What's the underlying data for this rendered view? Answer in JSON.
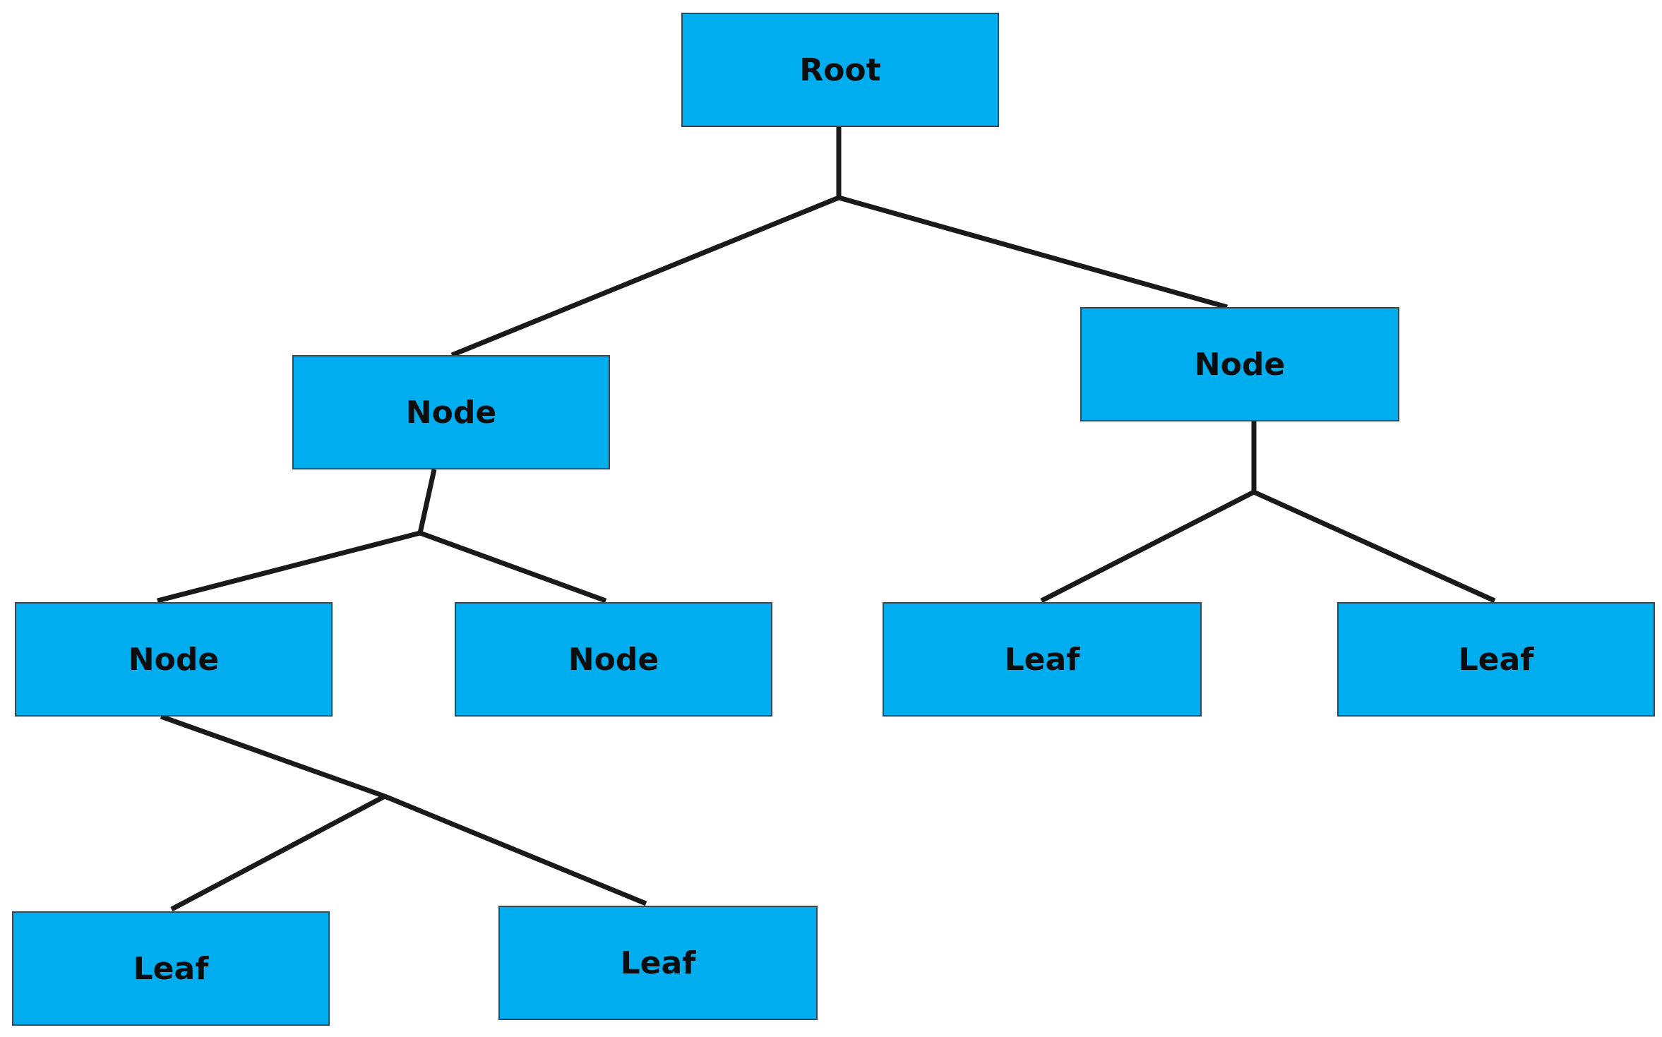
{
  "diagram": {
    "root": {
      "label": "Root"
    },
    "nodes": [
      {
        "label": "Node"
      },
      {
        "label": "Node"
      },
      {
        "label": "Node"
      },
      {
        "label": "Node"
      }
    ],
    "leaves": [
      {
        "label": "Leaf"
      },
      {
        "label": "Leaf"
      },
      {
        "label": "Leaf"
      },
      {
        "label": "Leaf"
      }
    ]
  },
  "colors": {
    "box_fill": "#00adef",
    "box_border": "#2b4b5c",
    "connector": "#1a1a1a",
    "label": "#0d0d0d"
  }
}
